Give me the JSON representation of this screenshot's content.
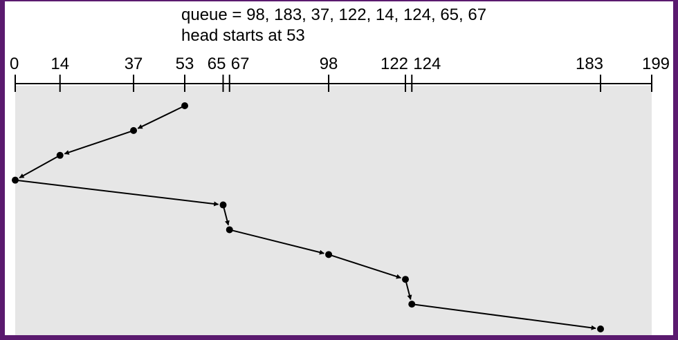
{
  "diagram": {
    "queue_text": "queue = 98, 183, 37, 122, 14, 124, 65, 67",
    "head_text": "head starts at 53",
    "axis": {
      "min": 0,
      "max": 199,
      "tick_values": [
        0,
        14,
        37,
        53,
        65,
        67,
        98,
        122,
        124,
        183,
        199
      ],
      "tick_labels": [
        "0",
        "14",
        "37",
        "53",
        "65",
        "67",
        "98",
        "122",
        "124",
        "183",
        "199"
      ]
    },
    "path": [
      53,
      37,
      14,
      0,
      65,
      67,
      98,
      122,
      124,
      183
    ],
    "colors": {
      "frame": "#5a1a6e",
      "plot_background": "#e6e6e6",
      "ink": "#000000"
    }
  }
}
